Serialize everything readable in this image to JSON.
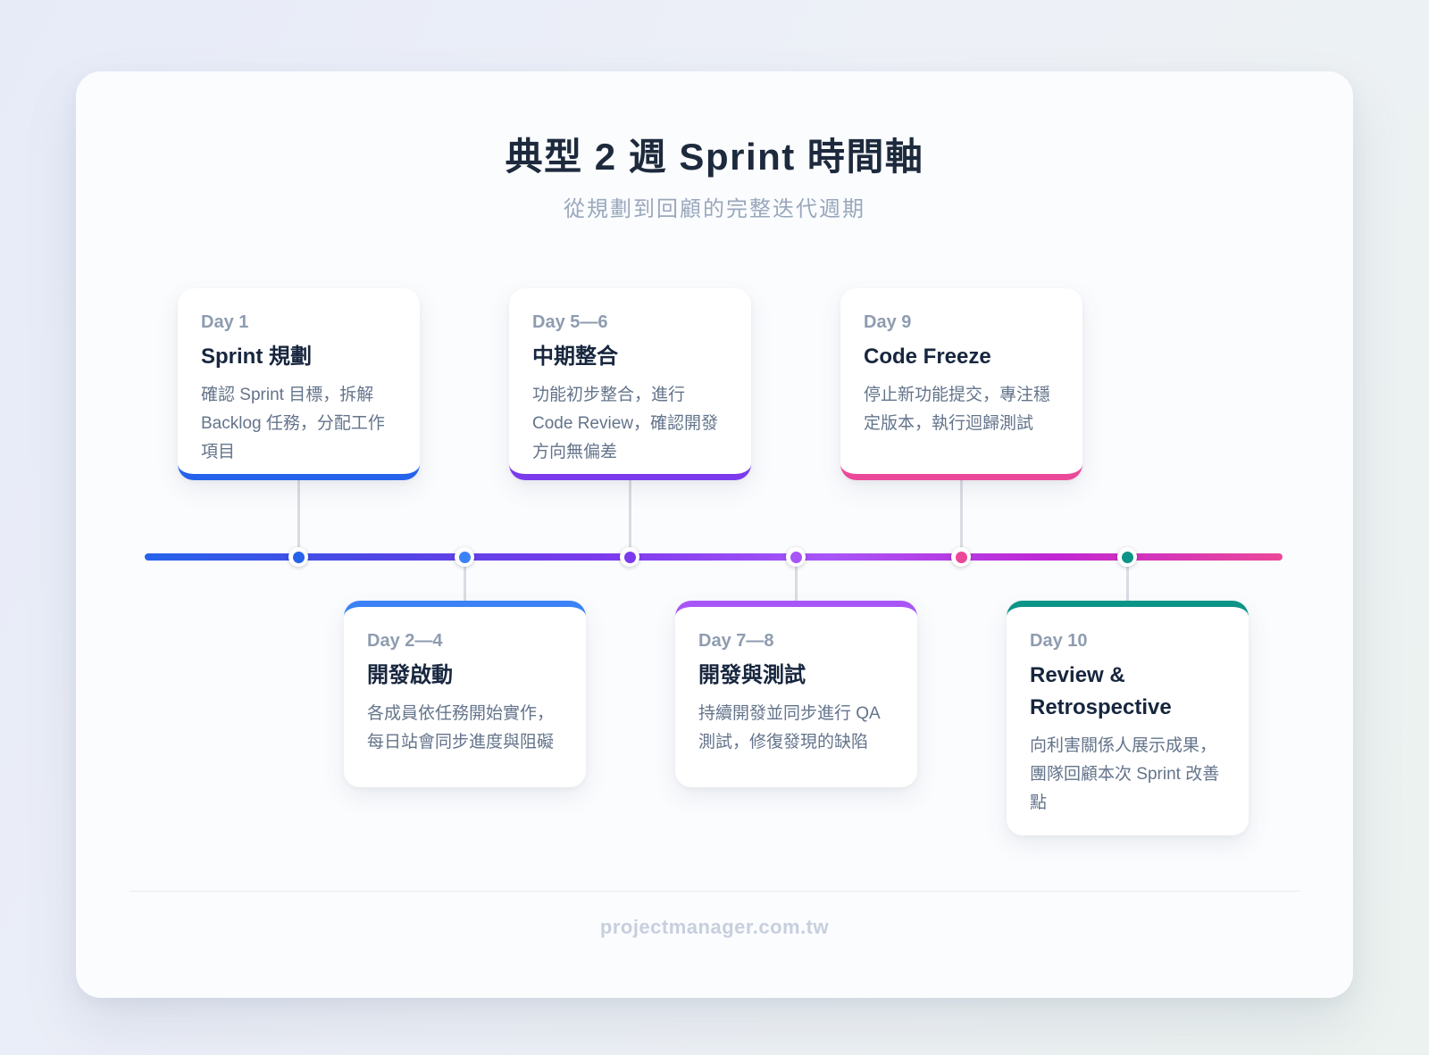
{
  "header": {
    "title": "典型 2 週 Sprint 時間軸",
    "subtitle": "從規劃到回顧的完整迭代週期"
  },
  "timeline": {
    "events": [
      {
        "day": "Day 1",
        "position": "top",
        "title": "Sprint 規劃",
        "description": "確認 Sprint 目標，拆解 Backlog 任務，分配工作項目",
        "accent": "#2563eb"
      },
      {
        "day": "Day 2—4",
        "position": "bottom",
        "title": "開發啟動",
        "description": "各成員依任務開始實作，每日站會同步進度與阻礙",
        "accent": "#3b82f6"
      },
      {
        "day": "Day 5—6",
        "position": "top",
        "title": "中期整合",
        "description": "功能初步整合，進行 Code Review，確認開發方向無偏差",
        "accent": "#7c3aed"
      },
      {
        "day": "Day 7—8",
        "position": "bottom",
        "title": "開發與測試",
        "description": "持續開發並同步進行 QA 測試，修復發現的缺陷",
        "accent": "#a855f7"
      },
      {
        "day": "Day 9",
        "position": "top",
        "title": "Code Freeze",
        "description": "停止新功能提交，專注穩定版本，執行迴歸測試",
        "accent": "#ec4899"
      },
      {
        "day": "Day 10",
        "position": "bottom",
        "title": "Review & Retrospective",
        "description": "向利害關係人展示成果，團隊回顧本次 Sprint 改善點",
        "accent": "#0d9488"
      }
    ]
  },
  "footer": {
    "site": "projectmanager.com.tw"
  },
  "palette": {
    "page_bg_left": "#e7ebf8",
    "page_bg_right": "#ecf2ef",
    "panel_bg": "#fbfcfe",
    "heading_text": "#1d2a3d",
    "subtitle_text": "#9aa8bc",
    "day_label_text": "#8e9cb0",
    "card_title_text": "#17263e",
    "card_body_text": "#64748b",
    "connector": "#d9dce2",
    "divider": "#e9ebef",
    "footer_text": "#c7cfdd",
    "timeline_gradient": [
      "#2563eb",
      "#4f46e5",
      "#7c3aed",
      "#a855f7",
      "#c026d3",
      "#ec4899"
    ]
  }
}
